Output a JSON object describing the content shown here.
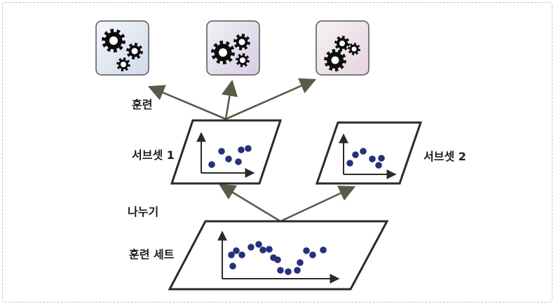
{
  "labels": {
    "train": "훈련",
    "subset1": "서브셋 1",
    "subset2": "서브셋 2",
    "split": "나누기",
    "train_set": "훈련 세트"
  },
  "colors": {
    "line": "#2a2a2a",
    "arrow": "#5a5a48",
    "dot": "#27307a",
    "gear": "#0d0d0d",
    "model_tints": [
      "#cfdaea",
      "#d6cce3",
      "#e7d3df"
    ]
  },
  "icons": {
    "model": "gear-cluster-icon"
  }
}
